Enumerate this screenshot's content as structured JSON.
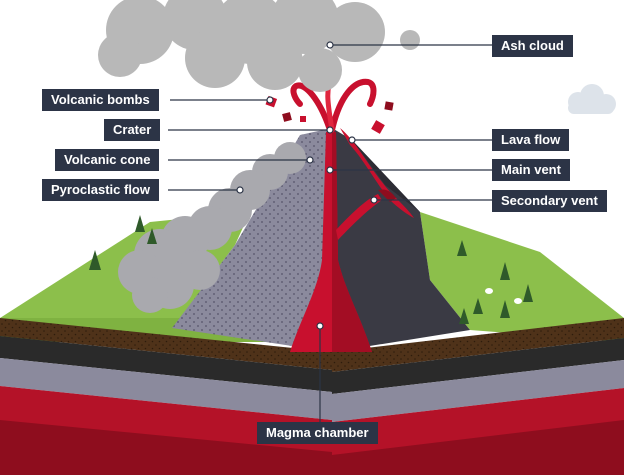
{
  "labels": {
    "ash_cloud": "Ash cloud",
    "volcanic_bombs": "Volcanic bombs",
    "crater": "Crater",
    "volcanic_cone": "Volcanic cone",
    "pyroclastic_flow": "Pyroclastic flow",
    "lava_flow": "Lava flow",
    "main_vent": "Main vent",
    "secondary_vent": "Secondary vent",
    "magma_chamber": "Magma chamber"
  },
  "colors": {
    "label_bg": "#2c3446",
    "label_text": "#ffffff",
    "magma": "#c8102e",
    "magma_dark": "#8e0d1e",
    "grass": "#8cbf4b",
    "grass_dark": "#6fa03a",
    "soil": "#5a3a1e",
    "rock_grey": "#8a8a99",
    "rock_dark": "#3a3a44",
    "ash": "#b8b8b8"
  }
}
